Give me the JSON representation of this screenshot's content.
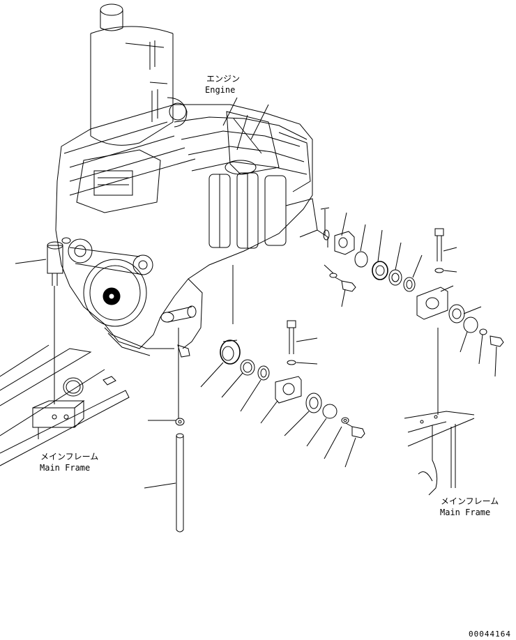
{
  "labels": {
    "engine_jp": "エンジン",
    "engine_en": "Engine",
    "main_frame_left_jp": "メインフレーム",
    "main_frame_left_en": "Main Frame",
    "main_frame_right_jp": "メインフレーム",
    "main_frame_right_en": "Main Frame",
    "drawing_number": "00044164"
  }
}
